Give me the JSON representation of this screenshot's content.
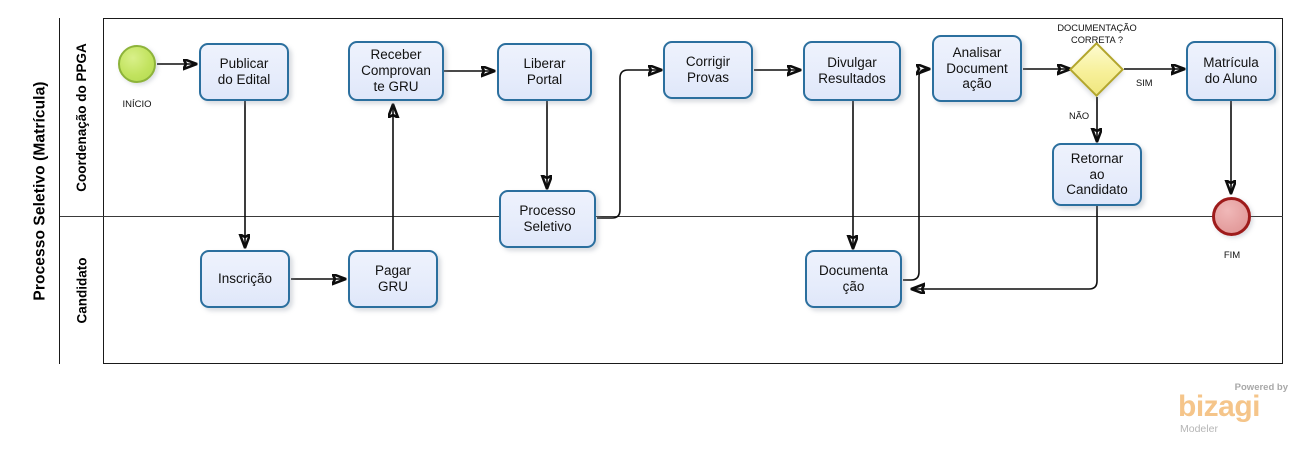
{
  "diagram": {
    "type": "bpmn-process-diagram",
    "pool_title": "Processo Seletivo (Matrícula)",
    "lanes": [
      {
        "id": "coordenacao",
        "label": "Coordenação do PPGA"
      },
      {
        "id": "candidato",
        "label": "Candidato"
      }
    ],
    "events": [
      {
        "id": "start",
        "kind": "start-event",
        "caption": "INÍCIO",
        "lane": "coordenacao",
        "color": "#c2e35f"
      },
      {
        "id": "end",
        "kind": "end-event",
        "caption": "FIM",
        "lane": "candidato",
        "color": "#e5a0a0"
      }
    ],
    "tasks": [
      {
        "id": "publicar-edital",
        "label": "Publicar\ndo Edital",
        "lane": "coordenacao"
      },
      {
        "id": "inscricao",
        "label": "Inscrição",
        "lane": "candidato"
      },
      {
        "id": "pagar-gru",
        "label": "Pagar\nGRU",
        "lane": "candidato"
      },
      {
        "id": "receber-comprovante",
        "label": "Receber\nComprovan\nte GRU",
        "lane": "coordenacao"
      },
      {
        "id": "liberar-portal",
        "label": "Liberar\nPortal",
        "lane": "coordenacao"
      },
      {
        "id": "processo-seletivo",
        "label": "Processo\nSeletivo",
        "lane": "coordenacao"
      },
      {
        "id": "corrigir-provas",
        "label": "Corrigir\nProvas",
        "lane": "coordenacao"
      },
      {
        "id": "divulgar-resultados",
        "label": "Divulgar\nResultados",
        "lane": "coordenacao"
      },
      {
        "id": "documentacao",
        "label": "Documenta\nção",
        "lane": "candidato"
      },
      {
        "id": "analisar-doc",
        "label": "Analisar\nDocument\nação",
        "lane": "coordenacao"
      },
      {
        "id": "retornar-candidato",
        "label": "Retornar\nao\nCandidato",
        "lane": "coordenacao"
      },
      {
        "id": "matricula-aluno",
        "label": "Matrícula\ndo Aluno",
        "lane": "coordenacao"
      }
    ],
    "gateways": [
      {
        "id": "doc-correta",
        "kind": "exclusive-gateway",
        "label": "DOCUMENTAÇÃO\nCORRETA ?",
        "color": "#f7f09a"
      }
    ],
    "flow_labels": [
      {
        "id": "sim",
        "text": "SIM"
      },
      {
        "id": "nao",
        "text": "NÃO"
      }
    ],
    "colors": {
      "task_fill": "#e6ecfb",
      "task_border": "#2b6f9e",
      "start_fill": "#c2e35f",
      "start_border": "#8db33a",
      "end_fill": "#e5a0a0",
      "end_border": "#9e1b1b",
      "gateway_fill": "#f7f09a",
      "gateway_border": "#b3a62c",
      "flow_stroke": "#0d0d0d"
    }
  },
  "watermark": {
    "powered_by": "Powered by",
    "brand": "bizagi",
    "product": "Modeler"
  }
}
